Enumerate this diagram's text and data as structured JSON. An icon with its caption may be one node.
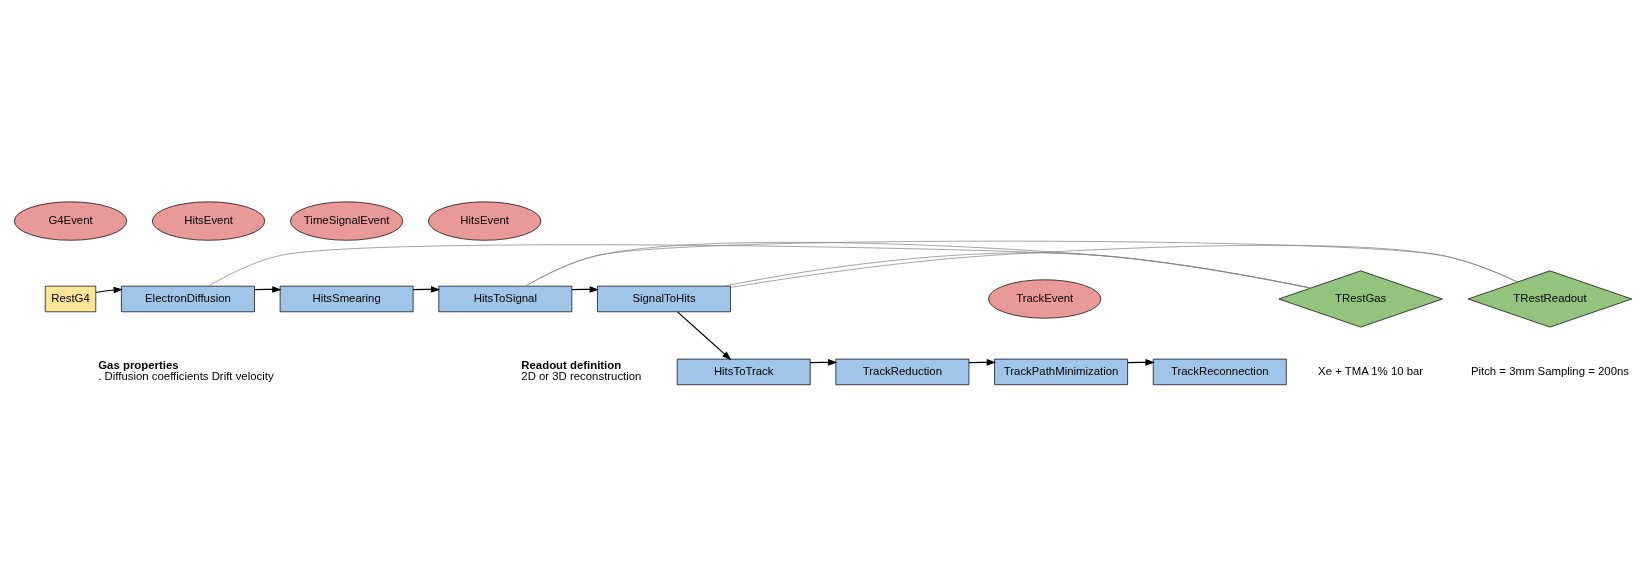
{
  "diagram": {
    "nodes": [
      {
        "text": [
          "G4Event"
        ]
      },
      {
        "text": [
          "HitsEvent"
        ]
      },
      {
        "text": [
          "TimeSignalEvent"
        ]
      },
      {
        "text": [
          "HitsEvent"
        ]
      },
      {
        "text": [
          "TrackEvent"
        ]
      },
      {
        "text": [
          "RestG4"
        ]
      },
      {
        "text": [
          "ElectronDiffusion"
        ]
      },
      {
        "text": [
          "HitsSmearing"
        ]
      },
      {
        "text": [
          "HitsToSignal"
        ]
      },
      {
        "text": [
          "SignalToHits"
        ]
      },
      {
        "text": [
          "TRestGas"
        ],
        "beside": [
          "Xe + TMA 1% 10 bar"
        ]
      },
      {
        "text": [
          "TRestReadout"
        ],
        "beside": [
          "Pitch = 3mm Sampling = 200ns"
        ]
      },
      {
        "text": [
          "HitsToTrack"
        ]
      },
      {
        "text": [
          "TrackReduction"
        ]
      },
      {
        "text": [
          "TrackPathMinimization"
        ]
      },
      {
        "text": [
          "TrackReconnection"
        ]
      }
    ],
    "edges": [
      {
        "from": 5,
        "to": 6,
        "arrow": "to"
      },
      {
        "from": 6,
        "to": 7,
        "arrow": "to"
      },
      {
        "from": 7,
        "to": 8,
        "arrow": "to"
      },
      {
        "from": 8,
        "to": 9,
        "arrow": "to"
      },
      {
        "from": 9,
        "to": 12,
        "arrow": "to"
      },
      {
        "from": 12,
        "to": 13,
        "arrow": "to"
      },
      {
        "from": 13,
        "to": 14,
        "arrow": "to"
      },
      {
        "from": 14,
        "to": 15,
        "arrow": "to"
      },
      {
        "from": 6,
        "to": 10,
        "arrow": "none",
        "color": "#808080"
      },
      {
        "from": 8,
        "to": 10,
        "arrow": "none",
        "color": "#808080"
      },
      {
        "from": 9,
        "to": 10,
        "arrow": "none",
        "color": "#808080"
      },
      {
        "from": 8,
        "to": 11,
        "arrow": "none",
        "color": "#808080"
      },
      {
        "from": 9,
        "to": 11,
        "arrow": "none",
        "color": "#808080"
      }
    ],
    "labels": [
      "**Gas properties**. Diffusion coefficients Drift velocity",
      "**Readout definition** 2D or 3D reconstruction"
    ]
  }
}
